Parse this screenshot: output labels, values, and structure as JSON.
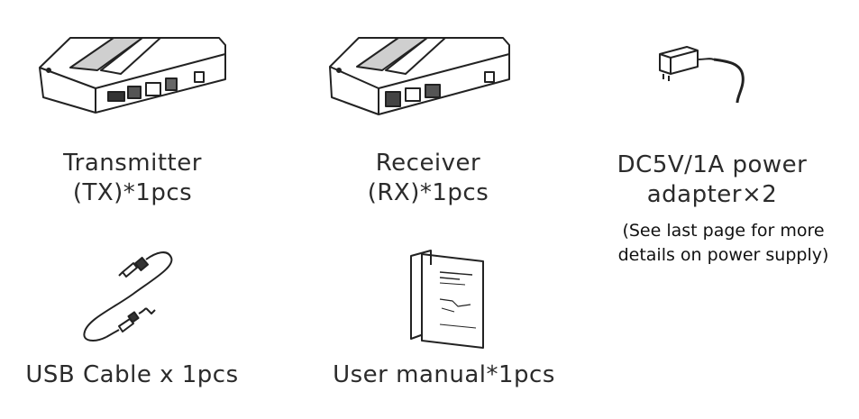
{
  "items": [
    {
      "id": "transmitter",
      "line1": "Transmitter",
      "line2": "(TX)*1pcs",
      "icon": "transmitter-box-icon"
    },
    {
      "id": "receiver",
      "line1": "Receiver",
      "line2": "(RX)*1pcs",
      "icon": "receiver-box-icon"
    },
    {
      "id": "power-adapter",
      "line1": "DC5V/1A power",
      "line2": "adapter×2",
      "note1": "(See last page for more",
      "note2": "details on power supply)",
      "icon": "power-adapter-icon"
    },
    {
      "id": "usb-cable",
      "line1": "USB Cable x 1pcs",
      "icon": "usb-cable-icon"
    },
    {
      "id": "user-manual",
      "line1": "User manual*1pcs",
      "icon": "user-manual-icon"
    }
  ]
}
